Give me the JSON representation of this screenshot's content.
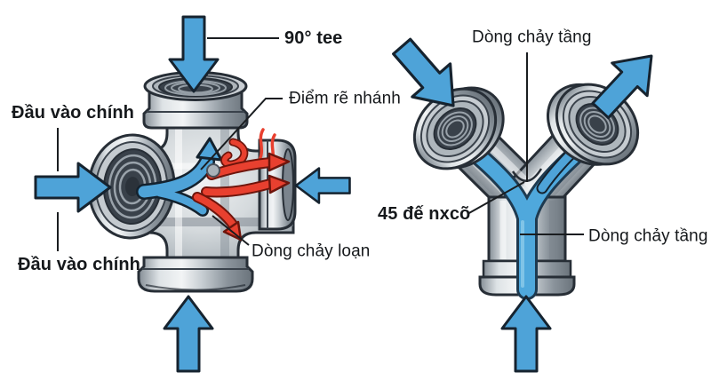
{
  "figure": {
    "left_diagram": {
      "tee_label": "90° tee",
      "branch_point_label": "Điểm rẽ nhánh",
      "main_inlet_top_label": "Đầu vào chính",
      "main_inlet_bottom_label": "Đầu vào chính",
      "turbulent_flow_label": "Dòng chảy loạn"
    },
    "right_diagram": {
      "laminar_flow_top_label": "Dòng chảy tầng",
      "wye_label": "45 đế nxcõ",
      "laminar_flow_right_label": "Dòng chảy tầng"
    },
    "colors": {
      "arrow_blue": "#4EA3D8",
      "arrow_outline": "#16232F",
      "turbulent_red": "#E8402F",
      "turbulent_red_outline": "#6E150C",
      "metal_light": "#F2F4F5",
      "metal_dark": "#6A737B",
      "thread_recess": "#39414A",
      "outline": "#272E36",
      "label_text": "#15181b",
      "background": "#FFFFFF"
    }
  }
}
